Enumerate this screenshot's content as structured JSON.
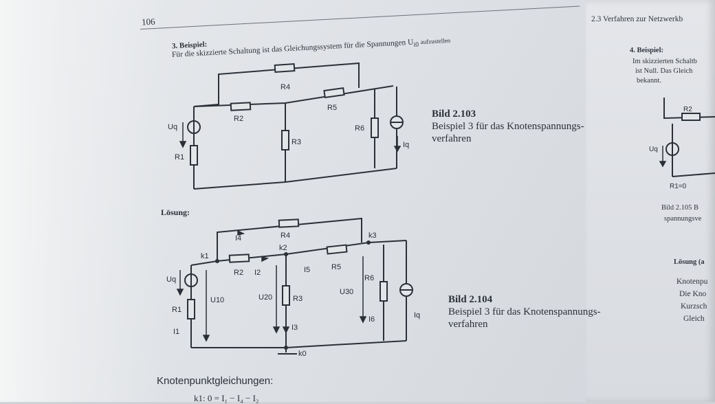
{
  "left_page": {
    "page_number": "106",
    "example_heading": "3. Beispiel:",
    "intro": "Für die skizzierte Schaltung ist das Gleichungssystem für die Spannungen U",
    "intro_subscript": "i0",
    "intro_end": "aufzustellen",
    "figure1": {
      "caption_title": "Bild 2.103",
      "caption_line1": "Beispiel 3 für das Knotenspannungs-",
      "caption_line2": "verfahren",
      "labels": {
        "r1": "R1",
        "r2": "R2",
        "r3": "R3",
        "r4": "R4",
        "r5": "R5",
        "r6": "R6",
        "uq": "Uq",
        "iq": "Iq"
      }
    },
    "solution_heading": "Lösung:",
    "figure2": {
      "caption_title": "Bild 2.104",
      "caption_line1": "Beispiel 3 für das Knotenspannungs-",
      "caption_line2": "verfahren",
      "labels": {
        "r1": "R1",
        "r2": "R2",
        "r3": "R3",
        "r4": "R4",
        "r5": "R5",
        "r6": "R6",
        "uq": "Uq",
        "iq": "Iq",
        "i1": "I1",
        "i2": "I2",
        "i3": "I3",
        "i4": "I4",
        "i5": "I5",
        "i6": "I6",
        "u10": "U10",
        "u20": "U20",
        "u30": "U30",
        "k0": "k0",
        "k1": "k1",
        "k2": "k2",
        "k3": "k3"
      }
    },
    "equations_heading": "Knotenpunktgleichungen:",
    "k1_equation": "k1:   0 = I₁ − I₄ − I₂"
  },
  "right_page": {
    "section_header": "2.3  Verfahren zur Netzwerkb",
    "example_heading": "4. Beispiel:",
    "line1": "Im skizzierten Schaltb",
    "line2": "ist Null. Das Gleich",
    "line3": "bekannt.",
    "fig_labels": {
      "r2": "R2",
      "uq": "Uq",
      "r1": "R1=0"
    },
    "caption_title": "Bild 2.105",
    "caption_rest": "B",
    "caption_line2": "spannungsve",
    "solution_heading": "Lösung (a",
    "sol_line1": "Knotenpu",
    "sol_line2": "Die Kno",
    "sol_line3": "Kurzsch",
    "sol_line4": "Gleich"
  }
}
